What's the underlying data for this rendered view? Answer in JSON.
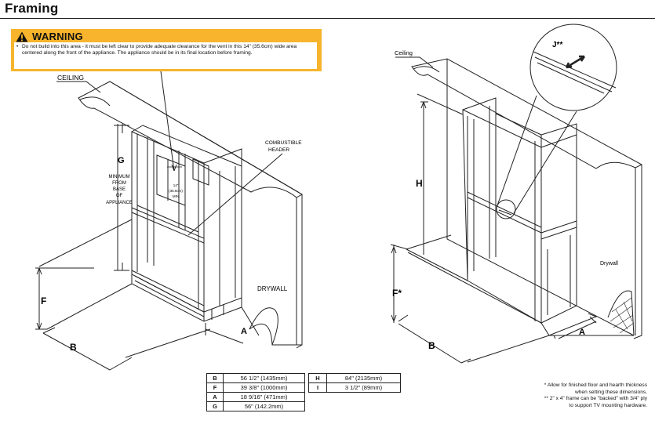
{
  "page": {
    "title": "Framing"
  },
  "warning": {
    "heading": "WARNING",
    "bullet": "•",
    "body": "Do not build into this area - it must be left clear to provide adequate clearance for the vent in this 14\" (35.6cm) wide area centered along the front of the appliance. The appliance should be in its final location before framing."
  },
  "left_diagram": {
    "ceiling_label": "CEILING",
    "header_label_1": "COMBUSTIBLE",
    "header_label_2": "HEADER",
    "g_label": "G",
    "min_lines": [
      "MINIMUM",
      "FROM",
      "BASE",
      "OF",
      "APPLIANCE"
    ],
    "vent_lines": [
      "14\"",
      "(35.6cm)",
      "MIN"
    ],
    "drywall_label": "DRYWALL",
    "f_label": "F",
    "b_label": "B",
    "a_label": "A"
  },
  "right_diagram": {
    "ceiling_label": "Ceiling",
    "j_label": "J**",
    "h_label": "H",
    "f_label": "F*",
    "b_label": "B",
    "a_label": "A",
    "drywall_label": "Drywall"
  },
  "dimensions_table": [
    {
      "key": "B",
      "value": "56 1/2\" (1435mm)"
    },
    {
      "key": "F",
      "value": "39 3/8\" (1000mm)"
    },
    {
      "key": "A",
      "value": "18 9/16\" (471mm)"
    },
    {
      "key": "G",
      "value": "56\" (142.2mm)"
    }
  ],
  "dimensions_table_2": [
    {
      "key": "H",
      "value": "84\" (2135mm)"
    },
    {
      "key": "I",
      "value": "3 1/2\" (89mm)"
    }
  ],
  "notes": {
    "note1": "* Allow for finished floor and hearth thickness when setting these dimensions.",
    "note2": "** 2\" x 4\" frame can be \"backed\" with 3/4\" ply to support TV mounting hardware."
  }
}
